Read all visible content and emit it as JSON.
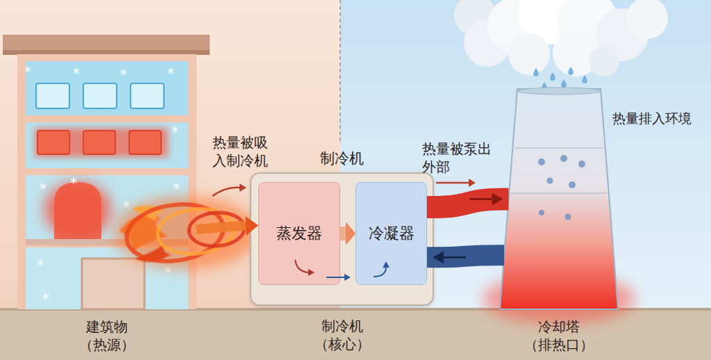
{
  "diagram": {
    "nodes": [
      {
        "text": [
          "建筑物 （热源）"
        ]
      },
      {
        "text": [
          "制冷机",
          "制冷机 （核心）"
        ]
      },
      {
        "text": [
          "蒸发器"
        ],
        "in": 1
      },
      {
        "text": [
          "冷凝器"
        ],
        "in": 1
      },
      {
        "text": [
          "冷却塔 （排热口）"
        ]
      }
    ],
    "edges": [
      {
        "from": 0,
        "to": 2,
        "arrow": "to",
        "label": "热量被吸入制冷机"
      },
      {
        "from": 2,
        "to": 3,
        "arrow": "to"
      },
      {
        "from": 3,
        "to": 4,
        "arrow": "to",
        "label": "热量被泵出外部"
      },
      {
        "from": 4,
        "to": 3,
        "arrow": "to"
      }
    ],
    "labels": [
      "热量排入环境"
    ]
  }
}
